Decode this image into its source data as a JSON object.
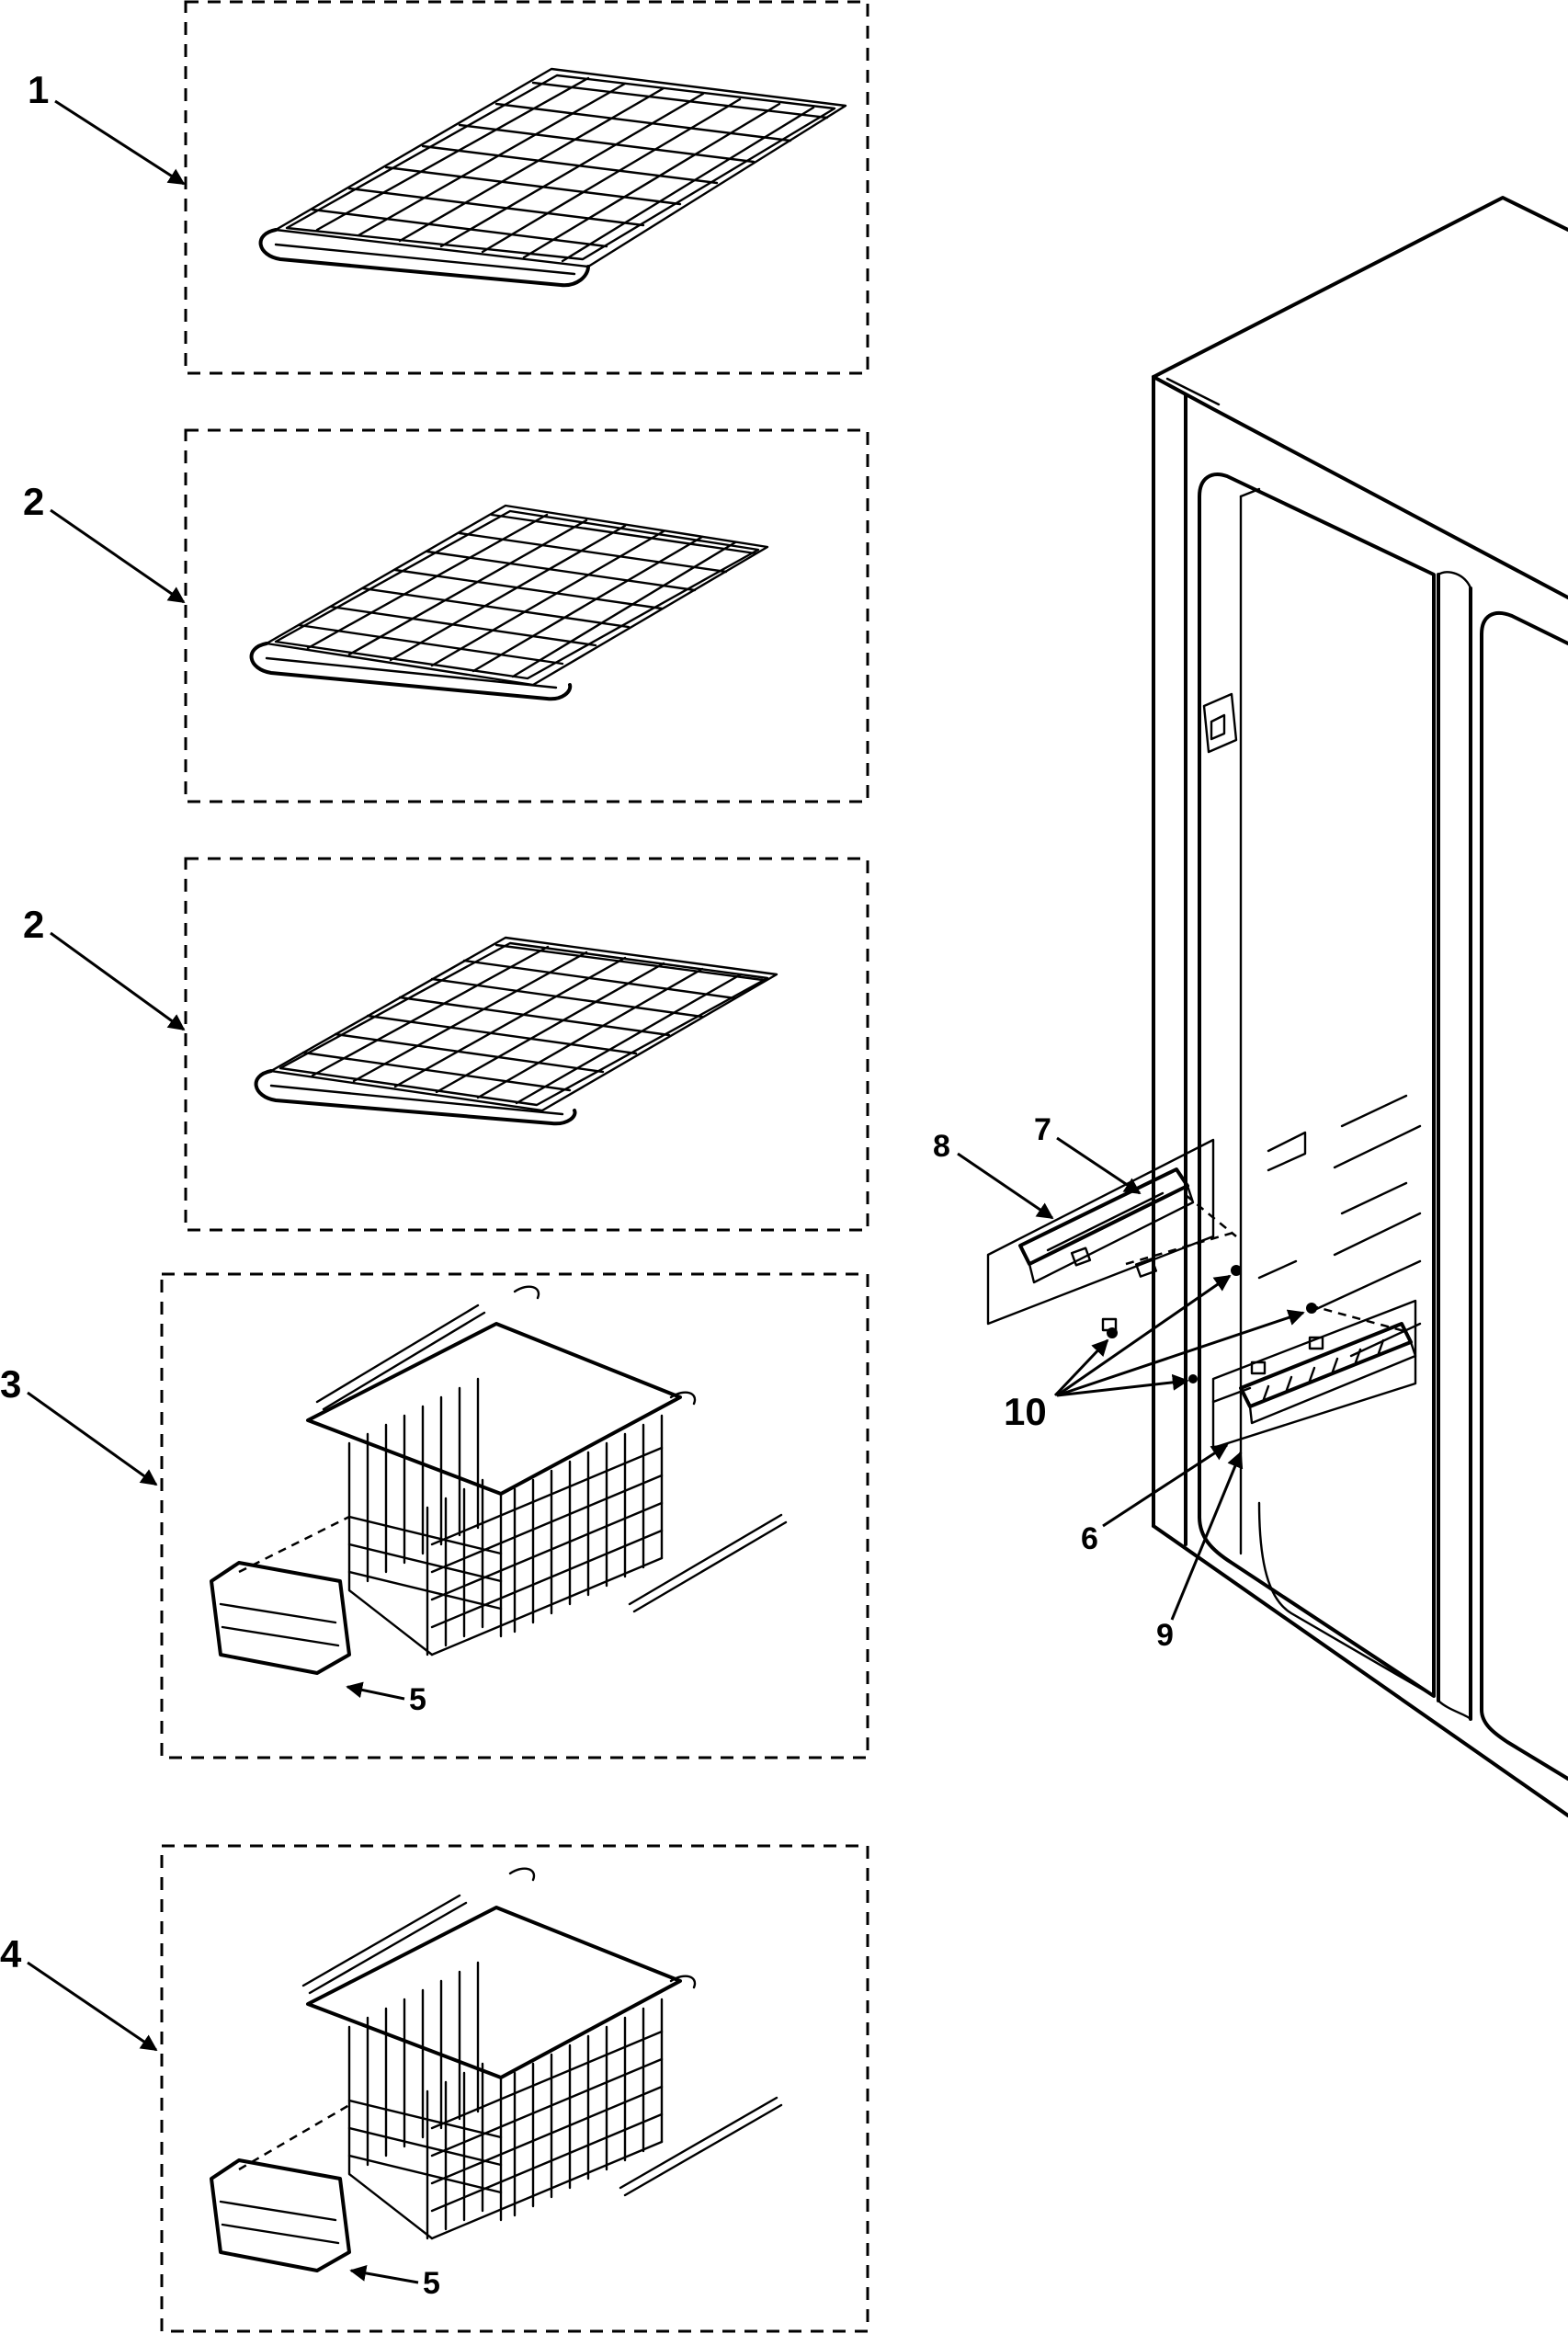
{
  "callouts": {
    "c1": "1",
    "c2a": "2",
    "c2b": "2",
    "c3": "3",
    "c4": "4",
    "c5a": "5",
    "c5b": "5",
    "c6": "6",
    "c7": "7",
    "c8": "8",
    "c9": "9",
    "c10": "10"
  }
}
